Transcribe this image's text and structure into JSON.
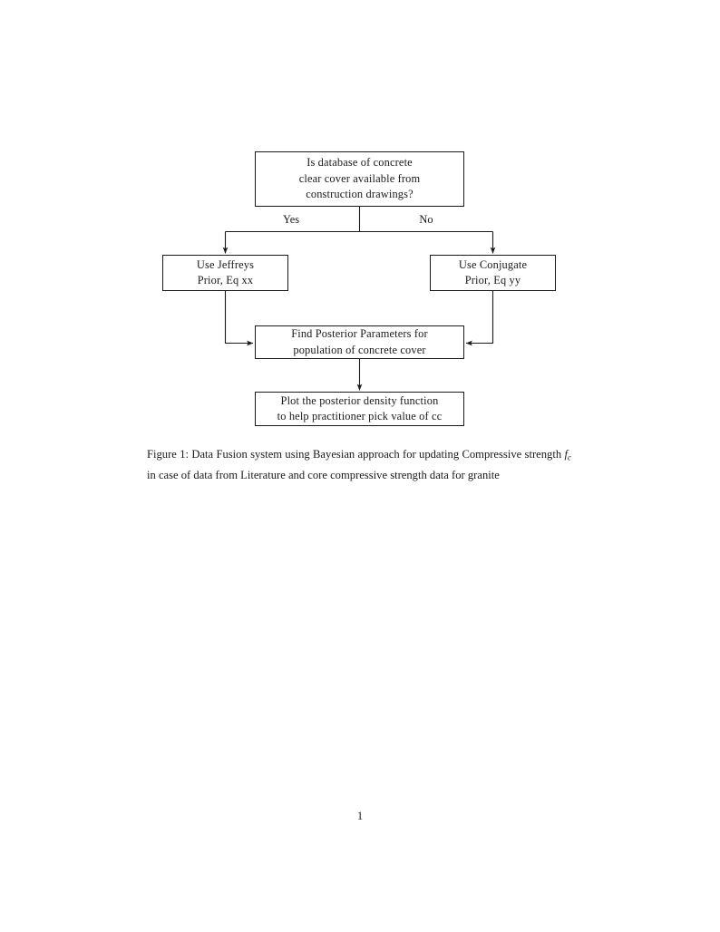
{
  "document": {
    "page_number": "1",
    "background_color": "#ffffff",
    "ink_color": "#1a1a1a"
  },
  "figure": {
    "caption": {
      "label": "Figure 1:",
      "text_before_math": " Data Fusion system using Bayesian approach for updating Compressive strength ",
      "math_symbol": "f",
      "math_subscript": "c",
      "text_after_math": " in case of data from Literature and core compressive strength data for granite"
    },
    "diagram": {
      "type": "flowchart",
      "nodes": [
        {
          "id": "question",
          "shape": "rectangle",
          "lines": [
            "Is database of concrete",
            "clear cover available from",
            "construction drawings?"
          ]
        },
        {
          "id": "jeffreys",
          "shape": "rectangle",
          "lines": [
            "Use Jeffreys",
            "Prior, Eq xx"
          ]
        },
        {
          "id": "conjugate",
          "shape": "rectangle",
          "lines": [
            "Use Conjugate",
            "Prior, Eq yy"
          ]
        },
        {
          "id": "posterior",
          "shape": "rectangle",
          "lines": [
            "Find Posterior Parameters for",
            "population of concrete cover"
          ]
        },
        {
          "id": "plot",
          "shape": "rectangle",
          "lines": [
            "Plot the posterior density function",
            "to help practitioner pick value of cc"
          ]
        }
      ],
      "edge_labels": {
        "yes": "Yes",
        "no": "No"
      },
      "edges": [
        {
          "from": "question",
          "to": "jeffreys",
          "label": "Yes"
        },
        {
          "from": "question",
          "to": "conjugate",
          "label": "No"
        },
        {
          "from": "jeffreys",
          "to": "posterior",
          "label": ""
        },
        {
          "from": "conjugate",
          "to": "posterior",
          "label": ""
        },
        {
          "from": "posterior",
          "to": "plot",
          "label": ""
        }
      ]
    }
  }
}
